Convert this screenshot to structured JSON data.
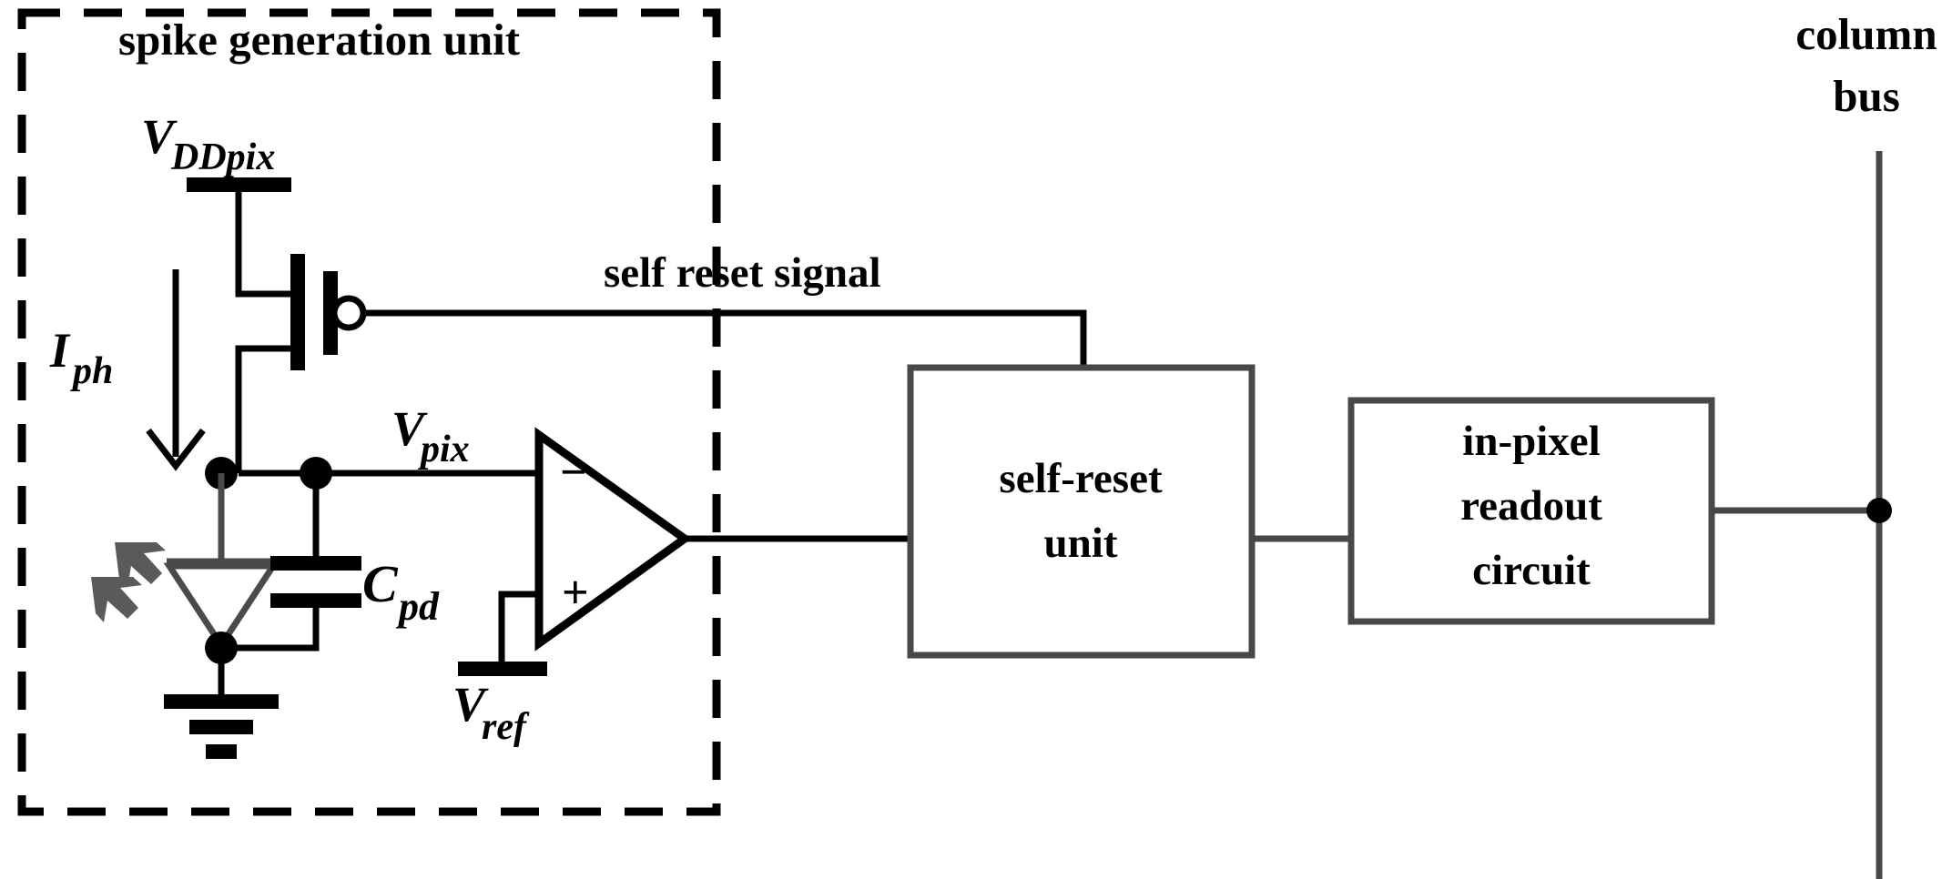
{
  "figure": {
    "type": "circuit-schematic",
    "title_block": "spike generation unit",
    "description": "Pixel-level spike generation circuit with photodiode, comparator, self-reset unit and in-pixel readout circuit connected to a column bus."
  },
  "labels": {
    "spike_generation_unit": "spike generation unit",
    "vddpix_main": "V",
    "vddpix_sub": "DDpix",
    "iph_main": "I",
    "iph_sub": "ph",
    "vpix_main": "V",
    "vpix_sub": "pix",
    "cpd_main": "C",
    "cpd_sub": "pd",
    "vref_main": "V",
    "vref_sub": "ref",
    "self_reset_signal": "self reset signal",
    "opamp_minus": "−",
    "opamp_plus": "+",
    "column_bus_line1": "column",
    "column_bus_line2": "bus"
  },
  "blocks": [
    {
      "id": "self-reset-unit",
      "line1": "self-reset",
      "line2": "unit"
    },
    {
      "id": "in-pixel-readout-circuit",
      "line1": "in-pixel",
      "line2": "readout",
      "line3": "circuit"
    }
  ],
  "components": [
    {
      "name": "pmos-transistor",
      "type": "PMOS",
      "terminals": [
        "source:VDDpix",
        "drain:Vpix node",
        "gate:self reset signal"
      ]
    },
    {
      "name": "photodiode",
      "type": "photodiode",
      "current": "Iph"
    },
    {
      "name": "capacitor",
      "type": "capacitor",
      "label": "Cpd"
    },
    {
      "name": "comparator",
      "type": "op-amp comparator",
      "inputs": [
        "Vpix (inverting)",
        "Vref (non-inverting)"
      ]
    },
    {
      "name": "ground",
      "type": "ground-symbol"
    }
  ],
  "colors": {
    "wire": "#000000",
    "box_stroke": "#474747",
    "gray_wire": "#4a4a4a",
    "light_arrow": "#5a5a5a",
    "background": "#ffffff"
  }
}
